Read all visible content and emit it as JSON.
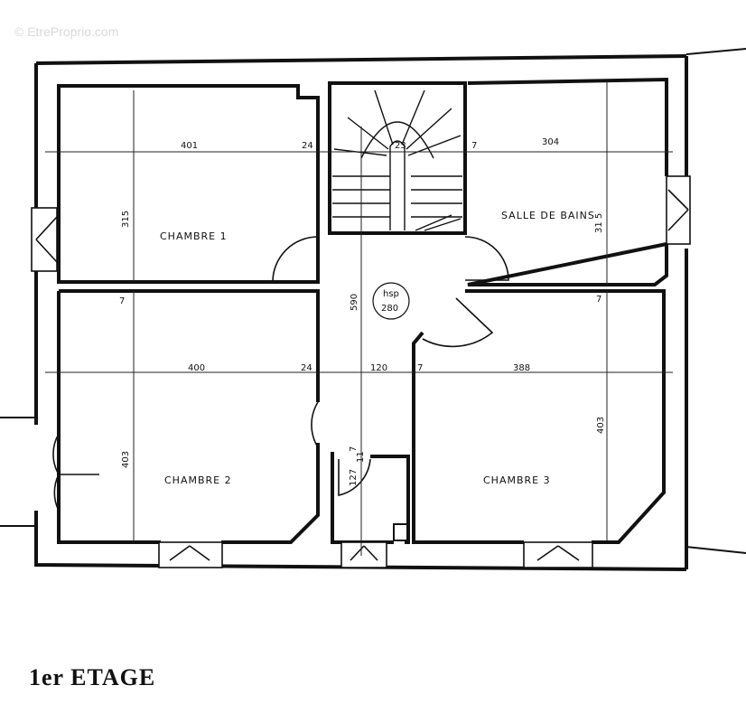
{
  "watermark": "© EtreProprio.com",
  "floor_title": "1er ETAGE",
  "rooms": {
    "chambre1": "CHAMBRE 1",
    "chambre2": "CHAMBRE 2",
    "chambre3": "CHAMBRE  3",
    "salle_de_bains": "SALLE DE BAINS"
  },
  "hsp": {
    "label": "hsp",
    "value": "280"
  },
  "dimensions": {
    "ch1_width": "401",
    "ch1_wall": "24",
    "ch1_height": "315",
    "stair_width": "23",
    "sdb_wall": "7",
    "sdb_width": "304",
    "sdb_height": "31 5",
    "ch2_wall_top": "7",
    "ch2_width": "400",
    "ch2_wall": "24",
    "hall_width": "120",
    "hall_wall": "7",
    "ch3_width": "388",
    "ch3_wall_top": "7",
    "hall_length": "590",
    "ch2_height": "403",
    "ch3_height": "403",
    "wc_height": "127",
    "wc_wall": "7",
    "wc_wall2": "11"
  }
}
